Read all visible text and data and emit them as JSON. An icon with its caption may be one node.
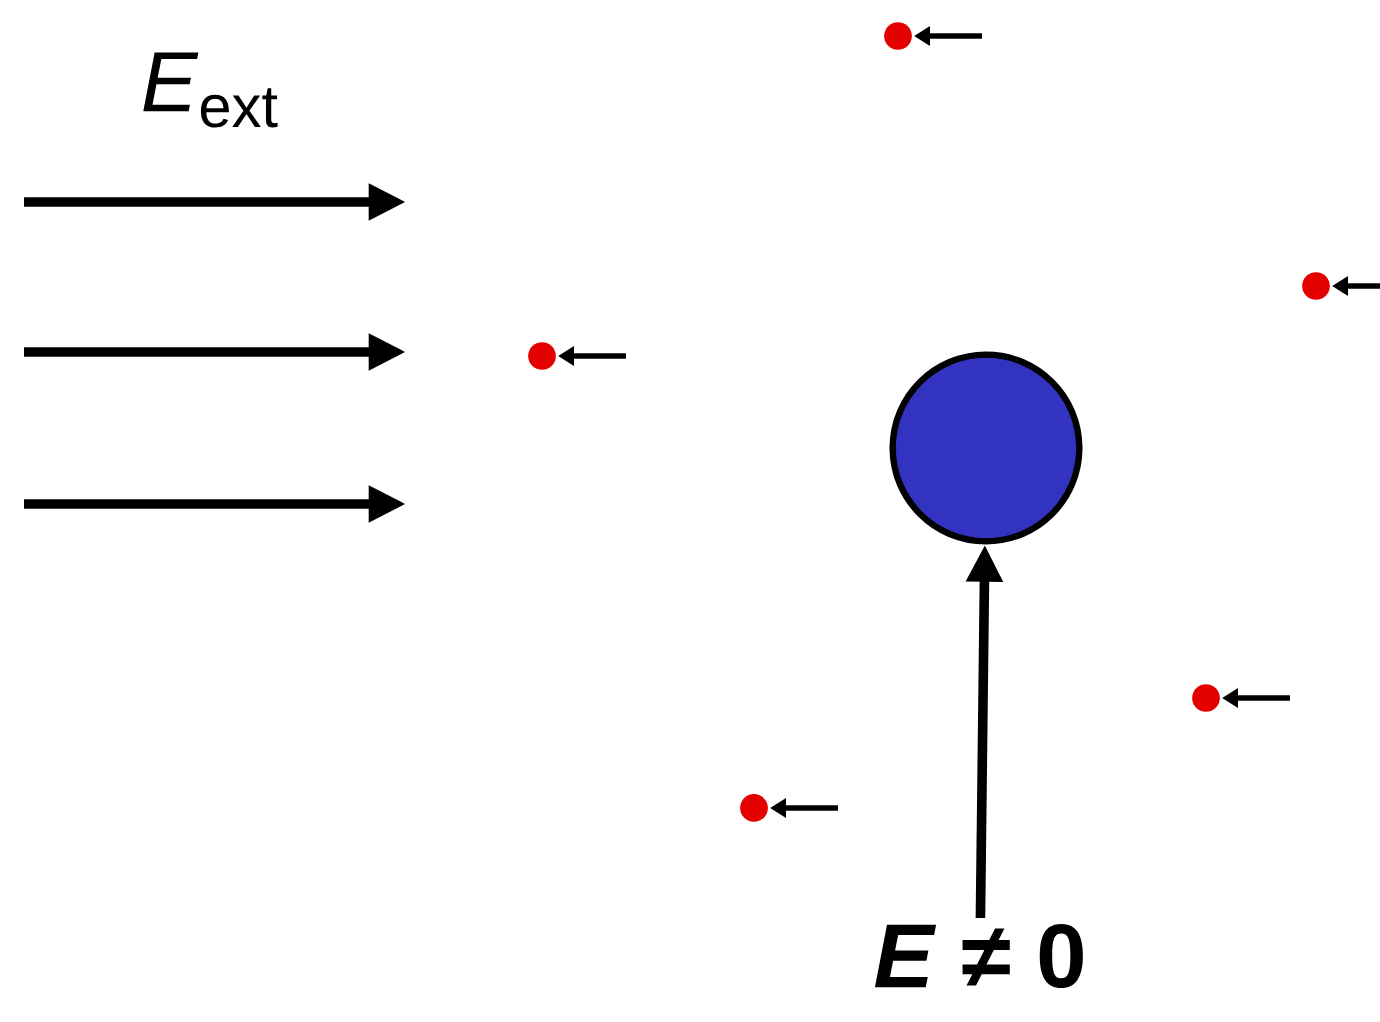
{
  "diagram": {
    "nodes": [
      {
        "text": [],
        "shape": "circle"
      },
      {
        "text": [
          "*E* ≠ 0"
        ]
      }
    ],
    "edges": [
      {
        "from": 1,
        "to": 0,
        "arrow": "to"
      }
    ],
    "labels": [
      "*E*$_{ext}$"
    ]
  }
}
